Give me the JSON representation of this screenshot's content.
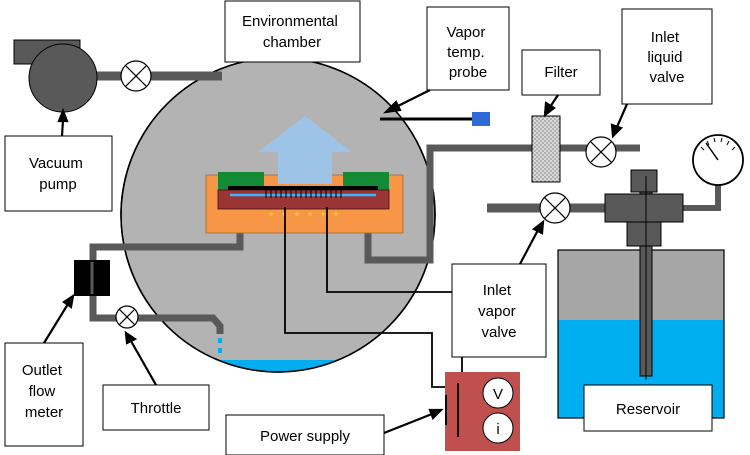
{
  "labels": {
    "env_chamber": [
      "Environmental",
      "chamber"
    ],
    "vapor_probe": [
      "Vapor",
      "temp.",
      "probe"
    ],
    "filter": [
      "Filter"
    ],
    "inlet_liquid_valve": [
      "Inlet",
      "liquid",
      "valve"
    ],
    "vacuum_pump": [
      "Vacuum",
      "pump"
    ],
    "inlet_vapor_valve": [
      "Inlet",
      "vapor",
      "valve"
    ],
    "outlet_flow_meter": [
      "Outlet",
      "flow",
      "meter"
    ],
    "throttle": [
      "Throttle"
    ],
    "power_supply": [
      "Power supply"
    ],
    "reservoir": [
      "Reservoir"
    ]
  },
  "meters": {
    "voltage": "V",
    "current": "i"
  },
  "colors": {
    "chamber_fill": "#b3b3b3",
    "pipe": "#595959",
    "water": "#00aeef",
    "heater_block": "#f79646",
    "substrate": "#9b3535",
    "green_pads": "#138a36",
    "vapor_arrow": "#9dc3e6",
    "probe_tip": "#2f6bd6",
    "power_box": "#c0504d",
    "reservoir_gas": "#a6a6a6"
  }
}
